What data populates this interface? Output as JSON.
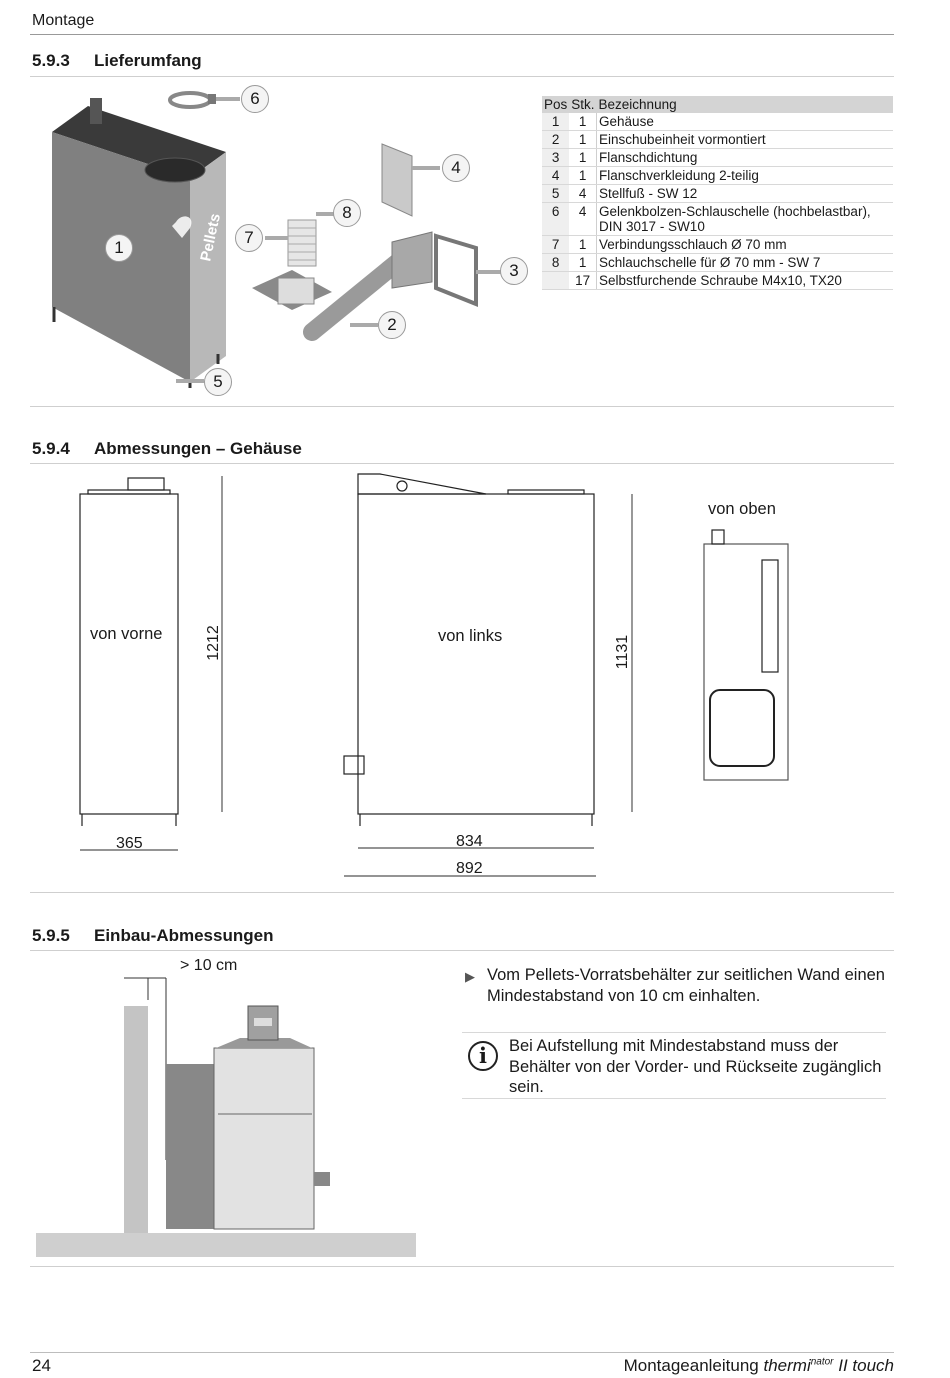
{
  "header": {
    "title": "Montage"
  },
  "sections": {
    "s593": {
      "num": "5.9.3",
      "title": "Lieferumfang"
    },
    "s594": {
      "num": "5.9.4",
      "title": "Abmessungen – Gehäuse"
    },
    "s595": {
      "num": "5.9.5",
      "title": "Einbau-Abmessungen"
    }
  },
  "parts_table": {
    "headers": [
      "Pos",
      "Stk.",
      "Bezeichnung"
    ],
    "rows": [
      {
        "pos": "1",
        "qty": "1",
        "desc": "Gehäuse"
      },
      {
        "pos": "2",
        "qty": "1",
        "desc": "Einschubeinheit vormontiert"
      },
      {
        "pos": "3",
        "qty": "1",
        "desc": "Flanschdichtung"
      },
      {
        "pos": "4",
        "qty": "1",
        "desc": "Flanschverkleidung 2-teilig"
      },
      {
        "pos": "5",
        "qty": "4",
        "desc": "Stellfuß - SW 12"
      },
      {
        "pos": "6",
        "qty": "4",
        "desc": "Gelenkbolzen-Schlauschelle    (hochbelastbar), DIN 3017 - SW10"
      },
      {
        "pos": "7",
        "qty": "1",
        "desc": "Verbindungsschlauch Ø 70 mm"
      },
      {
        "pos": "8",
        "qty": "1",
        "desc": "Schlauchschelle für Ø 70 mm - SW 7"
      },
      {
        "pos": "",
        "qty": "17",
        "desc": "Selbstfurchende Schraube M4x10, TX20"
      }
    ]
  },
  "callouts": [
    "1",
    "2",
    "3",
    "4",
    "5",
    "6",
    "7",
    "8"
  ],
  "housing_label": "Pellets",
  "dimensions": {
    "front_label": "von vorne",
    "left_label": "von links",
    "top_label": "von oben",
    "front_height": "1212",
    "front_width": "365",
    "left_height": "1131",
    "left_width_inner": "834",
    "left_width_outer": "892"
  },
  "installation": {
    "gap_label": "> 10 cm",
    "bullet": "Vom Pellets-Vorratsbehälter zur seitlichen Wand einen Mindestabstand von 10 cm einhalten.",
    "note": "Bei Aufstellung mit Mindestabstand muss der Behälter von der Vorder- und Rückseite zugänglich sein."
  },
  "footer": {
    "page": "24",
    "doc_prefix": "Montageanleitung ",
    "brand_main": "thermi",
    "brand_sup": "nator",
    "brand_suffix": " II touch"
  }
}
